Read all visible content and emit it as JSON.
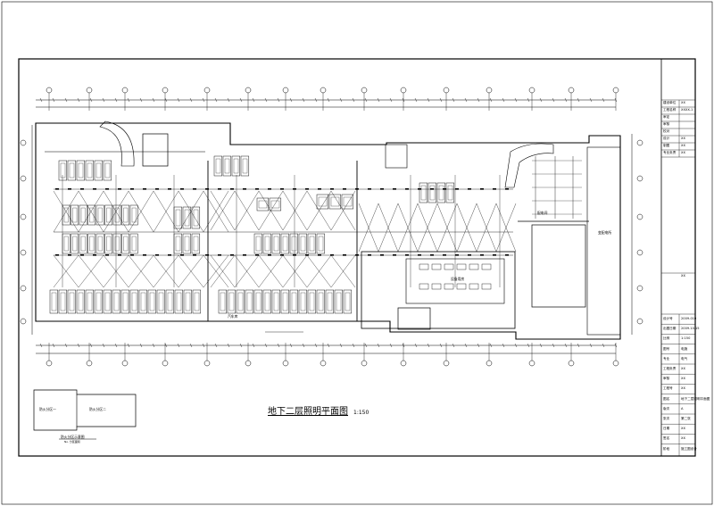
{
  "drawing": {
    "title": "地下二层照明平面图",
    "scale": "1:150"
  },
  "title_block": {
    "top_rows": [
      {
        "label": "建设单位",
        "value": "XX"
      },
      {
        "label": "工程名称",
        "value": "XXXX-1"
      },
      {
        "label": "审定",
        "value": ""
      },
      {
        "label": "审核",
        "value": ""
      },
      {
        "label": "校对",
        "value": ""
      },
      {
        "label": "设计",
        "value": "XX"
      },
      {
        "label": "制图",
        "value": "XX"
      },
      {
        "label": "专业负责",
        "value": "XX"
      }
    ],
    "mid_note": "XX",
    "bottom_rows": [
      {
        "label": "设计号",
        "value": "2009-019"
      },
      {
        "label": "出图日期",
        "value": "2009.10.15"
      },
      {
        "label": "比例",
        "value": "1:150"
      },
      {
        "label": "图号",
        "value": "电施"
      },
      {
        "label": "专业",
        "value": "电气"
      },
      {
        "label": "工程负责",
        "value": "XX"
      },
      {
        "label": "审核",
        "value": "XX"
      },
      {
        "label": "工程号",
        "value": "XX"
      },
      {
        "label": "图名",
        "value": "地下二层照明平面图"
      },
      {
        "label": "版次",
        "value": "A"
      },
      {
        "label": "张次",
        "value": "第二张"
      },
      {
        "label": "日期",
        "value": "XX"
      },
      {
        "label": "签名",
        "value": "XX"
      },
      {
        "label": "阶段",
        "value": "施工图设计"
      }
    ]
  },
  "key_plan": {
    "caption": "防火分区示意图",
    "sub": "No. 分区面积",
    "zone_left": "防火分区一",
    "zone_right": "防火分区二"
  },
  "rooms": [
    {
      "label": "配电间"
    },
    {
      "label": "变配电所"
    },
    {
      "label": "汽车库"
    },
    {
      "label": "设备用房"
    }
  ]
}
